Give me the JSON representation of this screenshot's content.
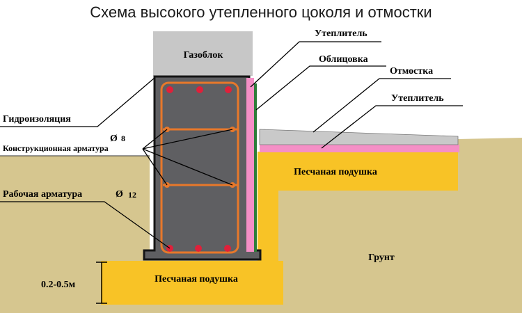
{
  "title": "Схема высокого утепленного цоколя и отмостки",
  "labels": {
    "gazoblok": "Газоблок",
    "utepl_top": "Утеплитель",
    "oblicovka": "Облицовка",
    "otmostka": "Отмостка",
    "utepl_otm": "Утеплитель",
    "gidroizol": "Гидроизоляция",
    "diam8_symbol": "Ø",
    "diam8_value": "8",
    "konstr_arm": "Конструкционная арматура",
    "pesch_upper": "Песчаная подушка",
    "rabochaya": "Рабочая арматура",
    "diam12_symbol": "Ø",
    "diam12_value": "12",
    "grunt": "Грунт",
    "pesch_lower": "Песчаная подушка",
    "depth": "0.2-0.5м"
  },
  "colors": {
    "ground": "#d6c68f",
    "sand": "#f8c326",
    "concrete": "#5f5f62",
    "gasblock": "#c7c7c7",
    "insulation_pink": "#f58fc6",
    "rebar": "#e8782a",
    "rebar_dot": "#e0203a",
    "cladding_green": "#2f7d3a"
  }
}
